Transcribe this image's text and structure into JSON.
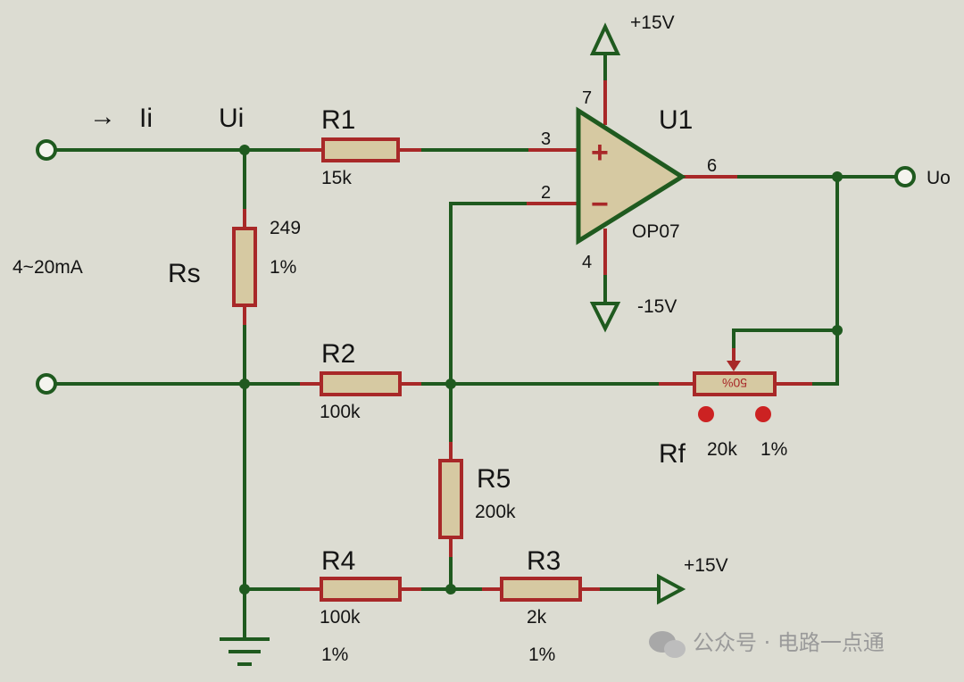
{
  "input": {
    "current_arrow": "→",
    "current_label": "Ii",
    "range": "4~20mA"
  },
  "nodes": {
    "ui": "Ui",
    "uo": "Uo"
  },
  "power": {
    "pos_top": "+15V",
    "neg": "-15V",
    "pos_bottom": "+15V"
  },
  "opamp": {
    "ref": "U1",
    "part": "OP07",
    "pin_noninv": "3",
    "pin_inv": "2",
    "pin_out": "6",
    "pin_vplus": "7",
    "pin_vminus": "4",
    "plus_sign": "+",
    "minus_sign": "−"
  },
  "resistors": {
    "r1": {
      "ref": "R1",
      "value": "15k"
    },
    "rs": {
      "ref": "Rs",
      "value": "249",
      "tol": "1%"
    },
    "r2": {
      "ref": "R2",
      "value": "100k"
    },
    "r5": {
      "ref": "R5",
      "value": "200k"
    },
    "r4": {
      "ref": "R4",
      "value": "100k",
      "tol": "1%"
    },
    "r3": {
      "ref": "R3",
      "value": "2k",
      "tol": "1%"
    },
    "rf": {
      "ref": "Rf",
      "value": "20k",
      "tol": "1%",
      "pot_setting": "50%"
    }
  },
  "watermark": {
    "text": "公众号 · 电路一点通"
  },
  "colors": {
    "wire": "#1f5a1f",
    "component": "#a82828",
    "resistor_fill": "#d6c9a2",
    "background": "#dcdcd2",
    "probe": "#cc2222"
  }
}
